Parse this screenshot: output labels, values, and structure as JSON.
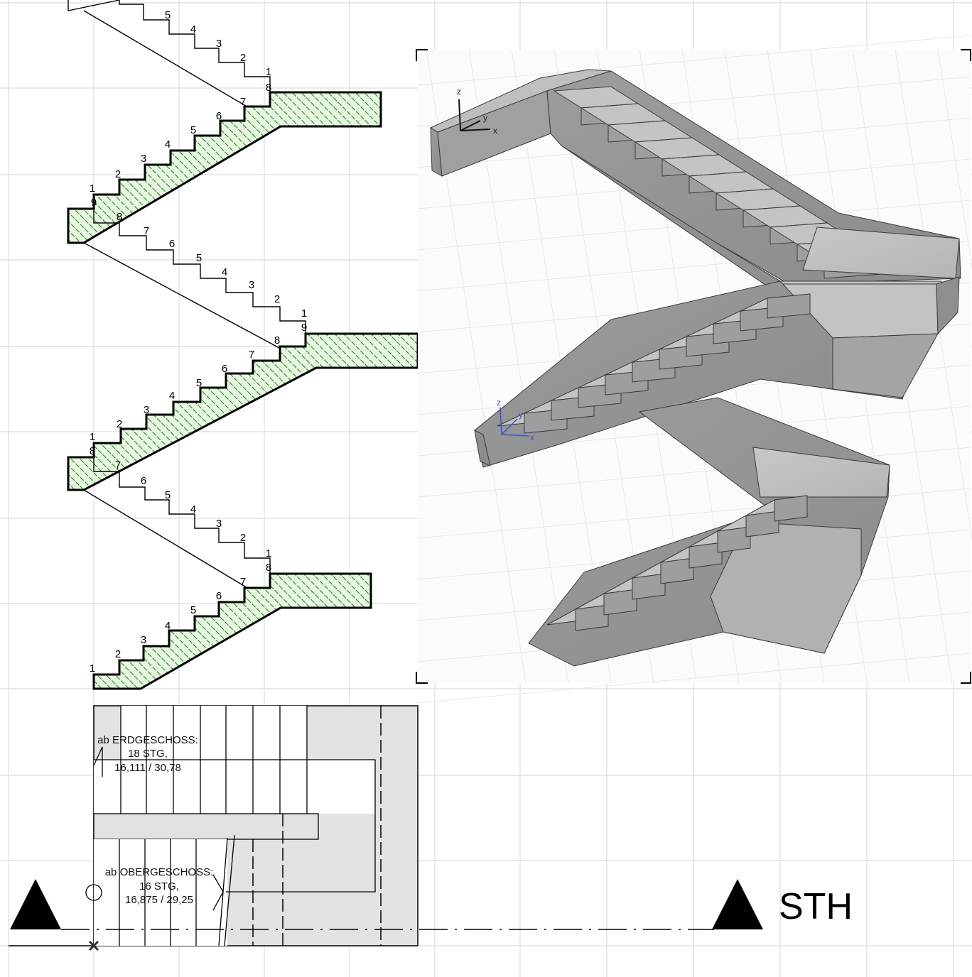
{
  "section_upper_numbers": [
    "5",
    "4",
    "3",
    "2",
    "1"
  ],
  "flight_top_numbers": [
    "1",
    "2",
    "3",
    "4",
    "5",
    "6",
    "7",
    "8"
  ],
  "landing_top_number": "9",
  "section_mid_numbers": [
    "8",
    "7",
    "6",
    "5",
    "4",
    "3",
    "2",
    "1"
  ],
  "landing_mid_number": "9",
  "flight_mid_numbers": [
    "1",
    "2",
    "3",
    "4",
    "5",
    "6",
    "7",
    "8"
  ],
  "landing_lower_number": "8",
  "section_lower_numbers": [
    "7",
    "6",
    "5",
    "4",
    "3",
    "2",
    "1"
  ],
  "flight_bottom_numbers": [
    "1",
    "2",
    "3",
    "4",
    "5",
    "6",
    "7",
    "8"
  ],
  "plan": {
    "upper_note": [
      "ab ERDGESCHOSS:",
      "18 STG,",
      "16,111 / 30,78"
    ],
    "lower_note": [
      "ab OBERGESCHOSS:",
      "16 STG,",
      "16,875 / 29,25"
    ]
  },
  "view3d": {
    "axis_x": "x",
    "axis_y": "y",
    "axis_z": "z"
  },
  "section_marker_label": "STH",
  "colors": {
    "hatch_green": "#1a8a1a",
    "hatch_fill": "#e9f6e2",
    "grid": "#e2e2e2",
    "concrete": "#a9aaab",
    "plan_gray": "#e2e2e2",
    "axis_blue": "#3a55c8"
  }
}
